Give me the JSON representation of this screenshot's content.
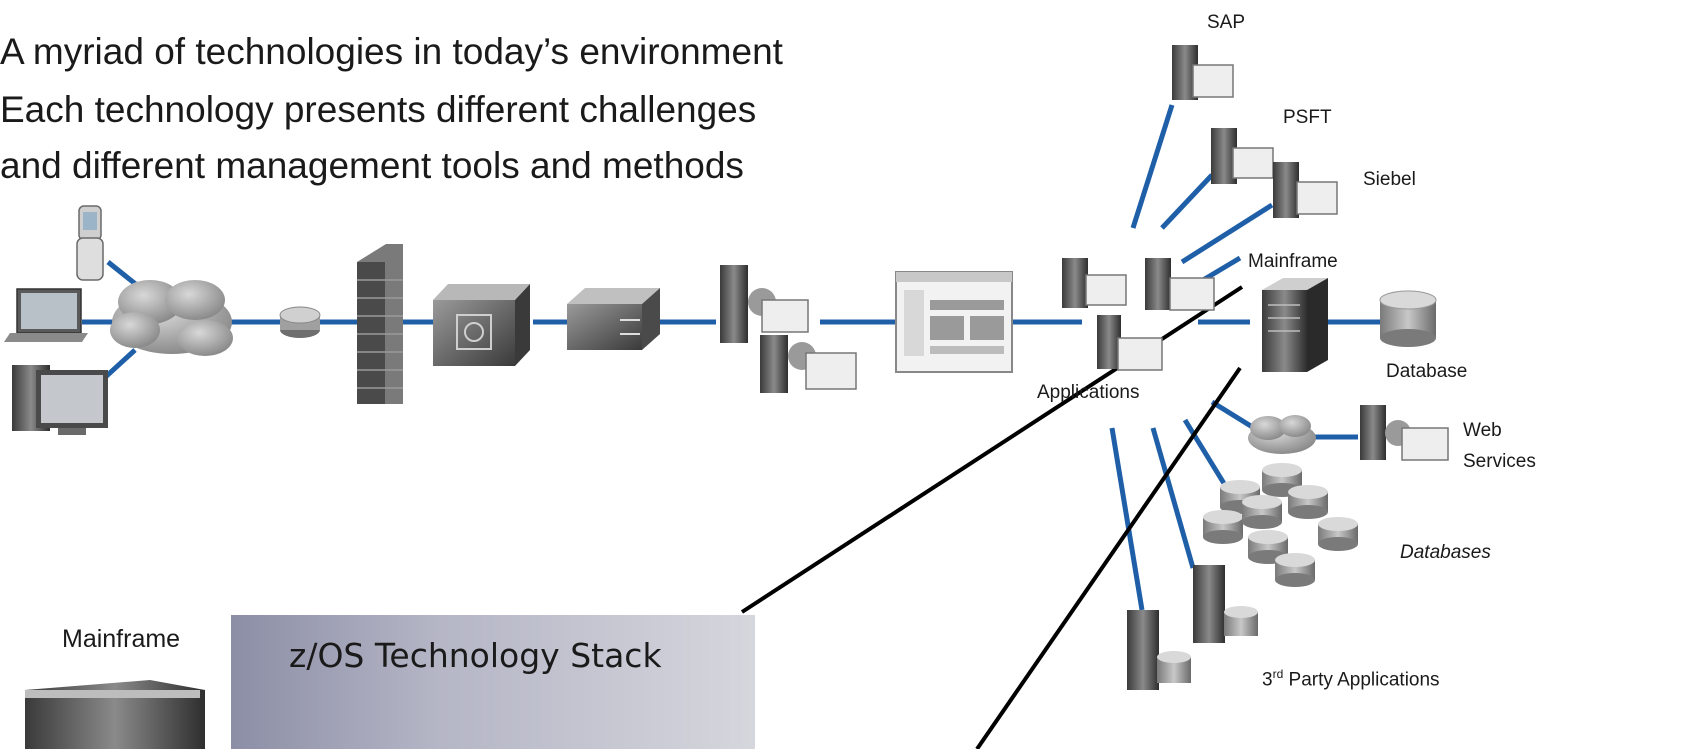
{
  "intro": {
    "line1": "A myriad of technologies in today’s environment",
    "line2": "Each technology presents different challenges",
    "line3": "and different management tools and methods"
  },
  "labels": {
    "sap": "SAP",
    "psft": "PSFT",
    "siebel": "Siebel",
    "mainframe": "Mainframe",
    "database": "Database",
    "applications": "Applications",
    "web_services_1": "Web",
    "web_services_2": "Services",
    "databases": "Databases",
    "third_party_prefix": "3",
    "third_party_sup": "rd",
    "third_party_rest": " Party Applications"
  },
  "bottom": {
    "mainframe_label": "Mainframe",
    "stack_title": "z/OS Technology Stack"
  },
  "colors": {
    "link_blue": "#1f5fa8",
    "callout_black": "#000000",
    "stack_gradient_start": "#8c8ea6",
    "stack_gradient_end": "#d6d6dd"
  }
}
